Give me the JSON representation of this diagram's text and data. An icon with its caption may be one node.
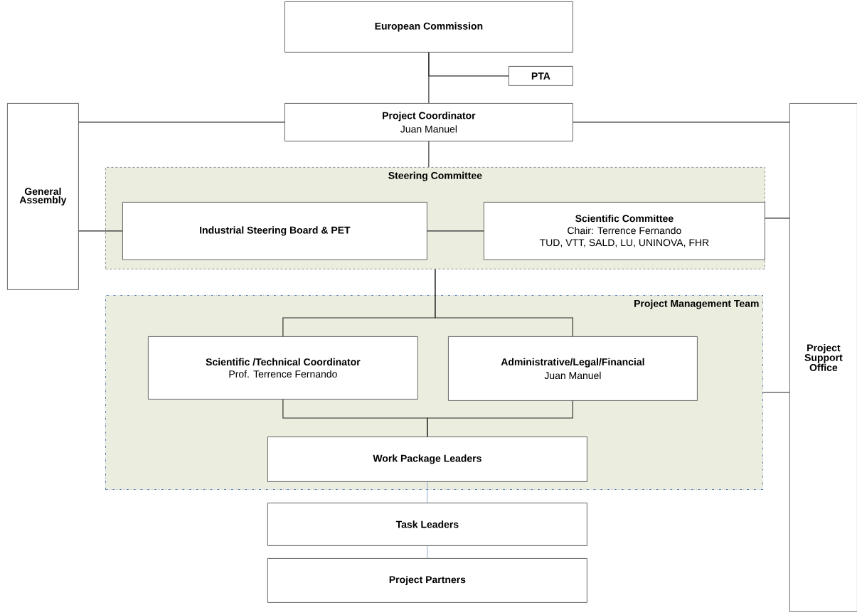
{
  "diagram": {
    "nodes": [
      {
        "text": [
          "European Commission"
        ]
      },
      {
        "text": [
          "PTA"
        ]
      },
      {
        "text": [
          "Project Coordinator",
          "Juan Manuel"
        ]
      },
      {
        "text": [
          "General Assembly"
        ]
      },
      {
        "text": [
          "Project Support Office"
        ]
      },
      {
        "text": [
          "Steering Committee"
        ]
      },
      {
        "text": [
          "Industrial Steering Board & PET"
        ],
        "in": 5
      },
      {
        "text": [
          "Scientific Committee",
          "Chair: Terrence Fernando",
          "TUD, VTT, SALD, LU, UNINOVA, FHR"
        ],
        "in": 5
      },
      {
        "text": [
          "Project Management Team"
        ]
      },
      {
        "text": [
          "Scientific /Technical Coordinator",
          "Prof. Terrence Fernando"
        ],
        "in": 8
      },
      {
        "text": [
          "Administrative/Legal/Financial",
          "Juan Manuel"
        ],
        "in": 8
      },
      {
        "text": [
          "Work Package Leaders"
        ],
        "in": 8
      },
      {
        "text": [
          "Task Leaders"
        ]
      },
      {
        "text": [
          "Project Partners"
        ]
      }
    ],
    "edges": [
      {
        "from": 0,
        "to": 2,
        "arrow": "none"
      },
      {
        "from": 0,
        "to": 1,
        "arrow": "none"
      },
      {
        "from": 2,
        "to": 3,
        "arrow": "none"
      },
      {
        "from": 2,
        "to": 4,
        "arrow": "none"
      },
      {
        "from": 2,
        "to": 5,
        "arrow": "none"
      },
      {
        "from": 3,
        "to": 6,
        "arrow": "none"
      },
      {
        "from": 6,
        "to": 7,
        "arrow": "none"
      },
      {
        "from": 5,
        "to": 4,
        "arrow": "none"
      },
      {
        "from": 5,
        "to": 9,
        "arrow": "none"
      },
      {
        "from": 5,
        "to": 10,
        "arrow": "none"
      },
      {
        "from": 9,
        "to": 11,
        "arrow": "none"
      },
      {
        "from": 10,
        "to": 11,
        "arrow": "none"
      },
      {
        "from": 8,
        "to": 4,
        "arrow": "none"
      },
      {
        "from": 11,
        "to": 12,
        "arrow": "none",
        "color": "#5b8fc7"
      },
      {
        "from": 12,
        "to": 13,
        "arrow": "none",
        "color": "#5b8fc7"
      }
    ]
  }
}
